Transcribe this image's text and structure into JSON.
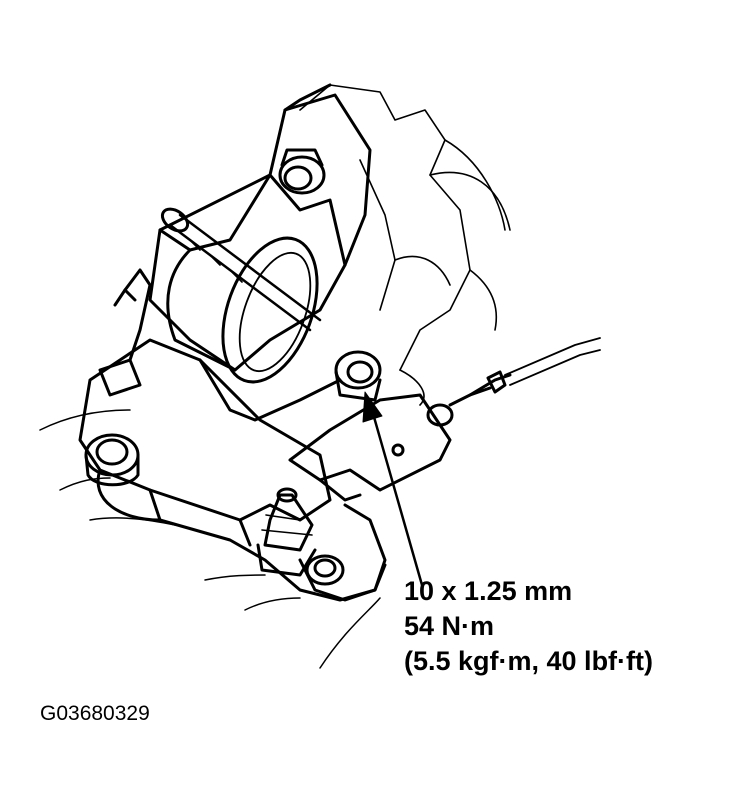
{
  "callout": {
    "bolt_size": "10 x 1.25 mm",
    "torque_nm": "54 N·m",
    "torque_alt": "(5.5 kgf·m, 40 lbf·ft)"
  },
  "figure_id": "G03680329",
  "colors": {
    "line": "#000000",
    "background": "#ffffff"
  }
}
